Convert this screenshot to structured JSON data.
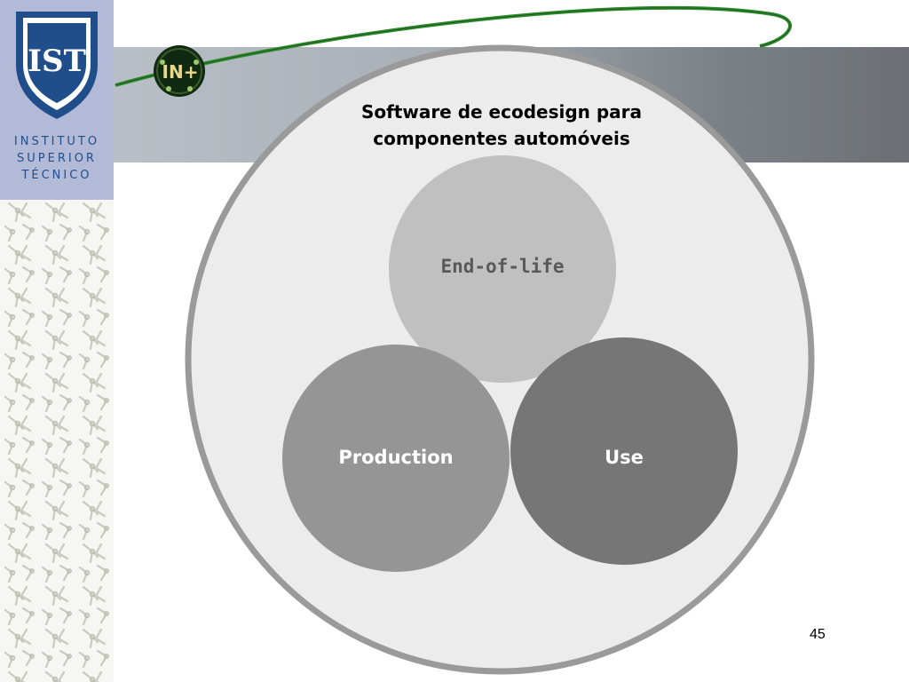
{
  "logo": {
    "letters": "IST",
    "line1": "INSTITUTO",
    "line2": "SUPERIOR",
    "line3": "TÉCNICO",
    "badge_text": "IN+"
  },
  "diagram": {
    "title_line1": "Software de ecodesign para",
    "title_line2": "componentes automóveis",
    "circles": {
      "end_of_life": {
        "label": "End-of-life",
        "fill": "#c0c0c0",
        "text_color": "#595959"
      },
      "production": {
        "label": "Production",
        "fill": "#959595",
        "text_color": "#ffffff"
      },
      "use": {
        "label": "Use",
        "fill": "#767676",
        "text_color": "#ffffff"
      }
    },
    "outer_fill": "#ececec",
    "outer_stroke": "#9a9a9a"
  },
  "slide": {
    "page_number": "45"
  },
  "colors": {
    "swoosh": "#2f8a2f",
    "logo_blue": "#1f4e8a"
  }
}
